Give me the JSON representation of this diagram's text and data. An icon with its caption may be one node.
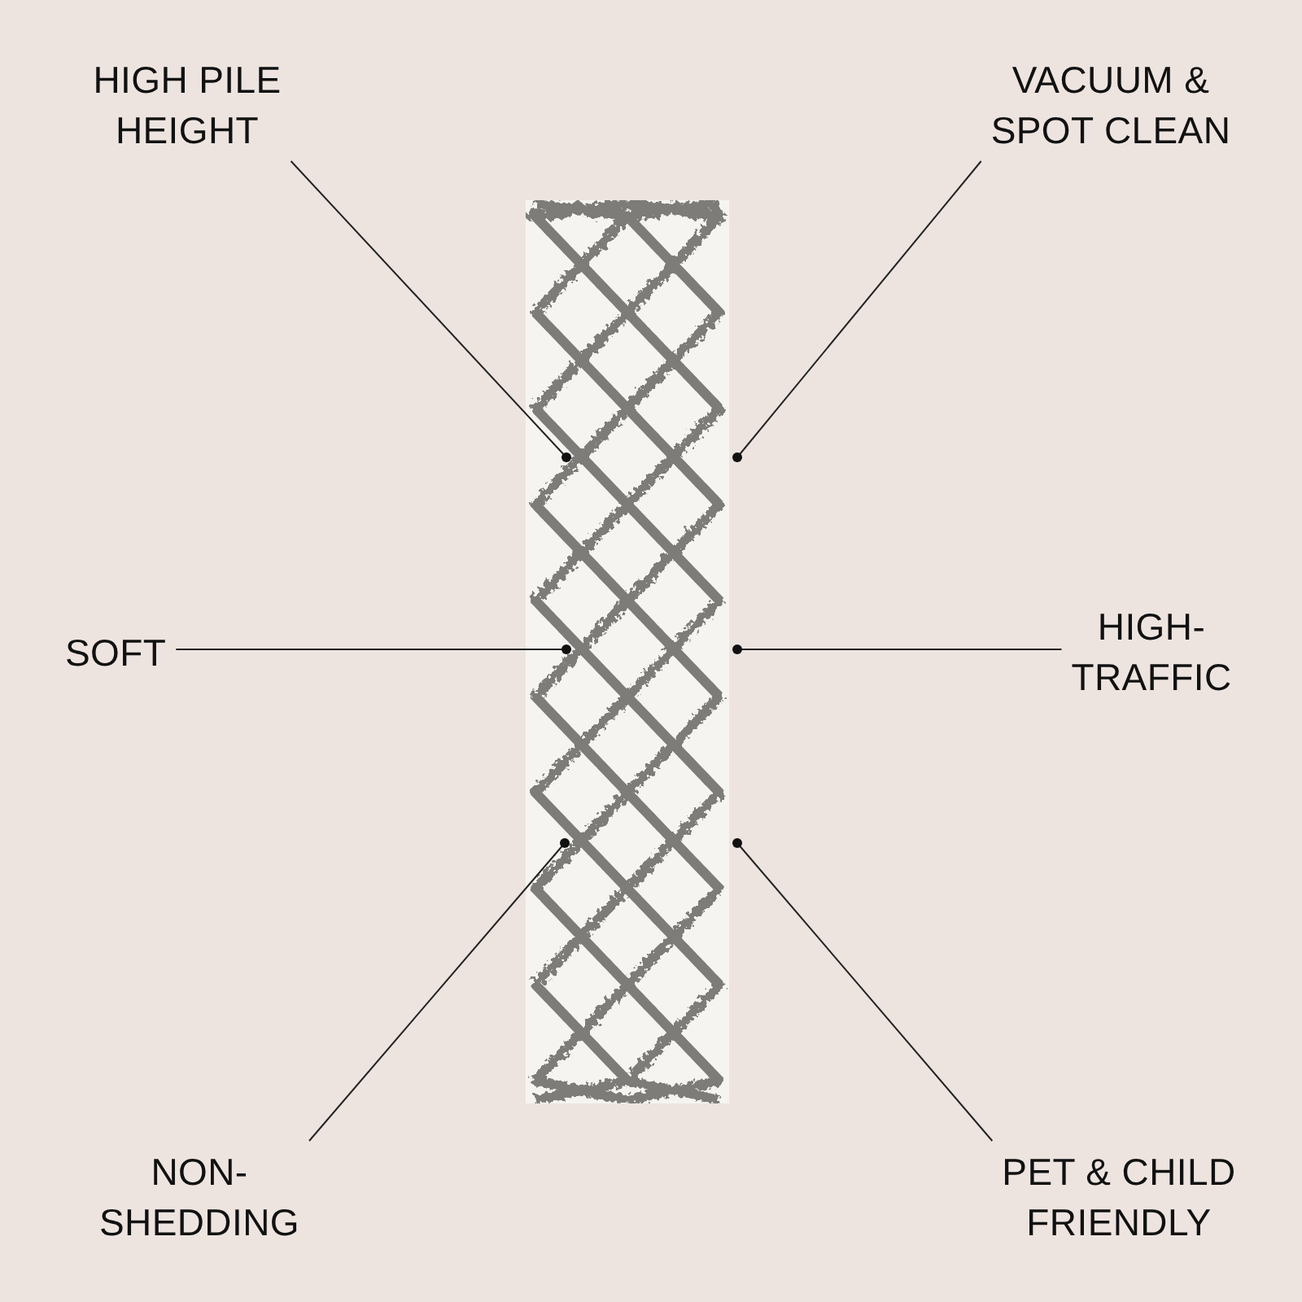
{
  "diagram": {
    "nodes": [
      {
        "text": [
          "HIGH PILE HEIGHT"
        ]
      },
      {
        "text": [
          "VACUUM & SPOT CLEAN"
        ]
      },
      {
        "text": [],
        "shape": "picture"
      },
      {
        "text": [
          "SOFT"
        ]
      },
      {
        "text": [
          "HIGH- TRAFFIC"
        ]
      },
      {
        "text": [
          "NON- SHEDDING"
        ]
      },
      {
        "text": [
          "PET & CHILD FRIENDLY"
        ]
      }
    ],
    "edges": [
      {
        "from": 0,
        "to": 2,
        "arrow": "other"
      },
      {
        "from": 1,
        "to": 2,
        "arrow": "other"
      },
      {
        "from": 3,
        "to": 2,
        "arrow": "other"
      },
      {
        "from": 4,
        "to": 2,
        "arrow": "other"
      },
      {
        "from": 5,
        "to": 2,
        "arrow": "other"
      },
      {
        "from": 6,
        "to": 2,
        "arrow": "other"
      }
    ]
  }
}
